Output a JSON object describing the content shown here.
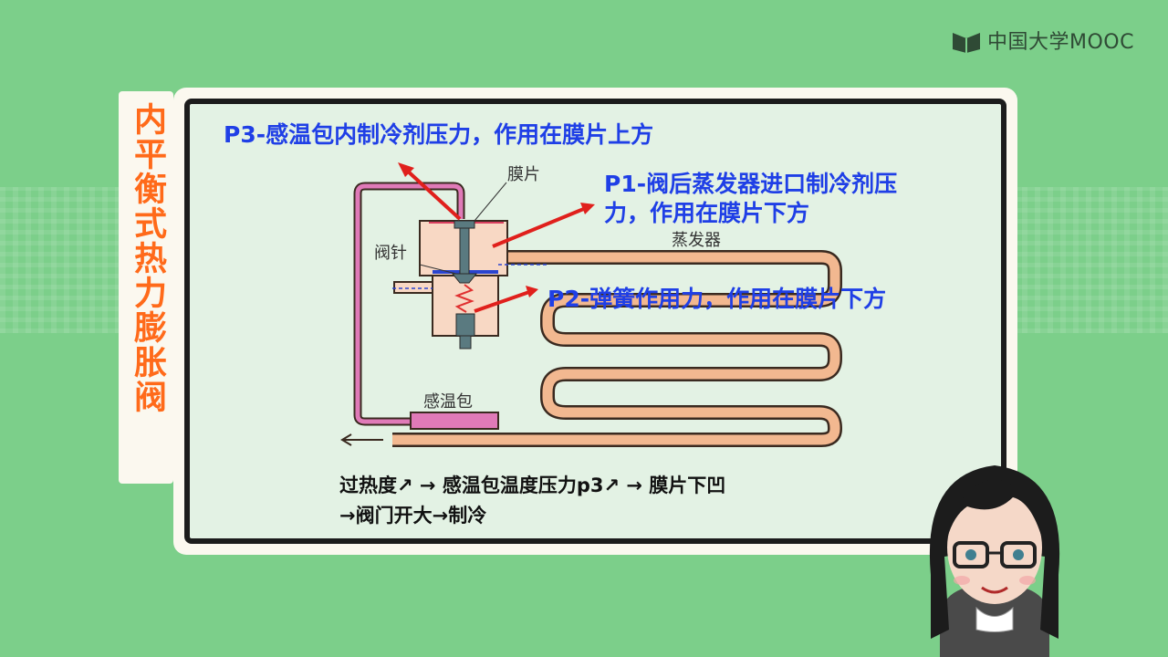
{
  "brand": {
    "logo_text": "中国大学MOOC"
  },
  "side_title": "内平衡式热力膨胀阀",
  "diagram": {
    "labels": {
      "p3": "P3-感温包内制冷剂压力，作用在膜片上方",
      "p1_line1": "P1-阀后蒸发器进口制冷剂压",
      "p1_line2": "力，作用在膜片下方",
      "p2": "P2-弹簧作用力，作用在膜片下方",
      "diaphragm": "膜片",
      "valve_needle": "阀针",
      "evaporator": "蒸发器",
      "sensing_bulb": "感温包"
    },
    "colors": {
      "pipe_fill": "#f2b890",
      "pipe_stroke": "#3a2a20",
      "capillary": "#e07ab8",
      "arrow": "#e0201c",
      "valve_body": "#f8d8c4",
      "blue_label": "#1f3fe6",
      "orange_title": "#ff6a1a"
    }
  },
  "explanation": {
    "line1": "过热度↗ → 感温包温度压力p3↗ → 膜片下凹",
    "line2": "→阀门开大→制冷"
  }
}
